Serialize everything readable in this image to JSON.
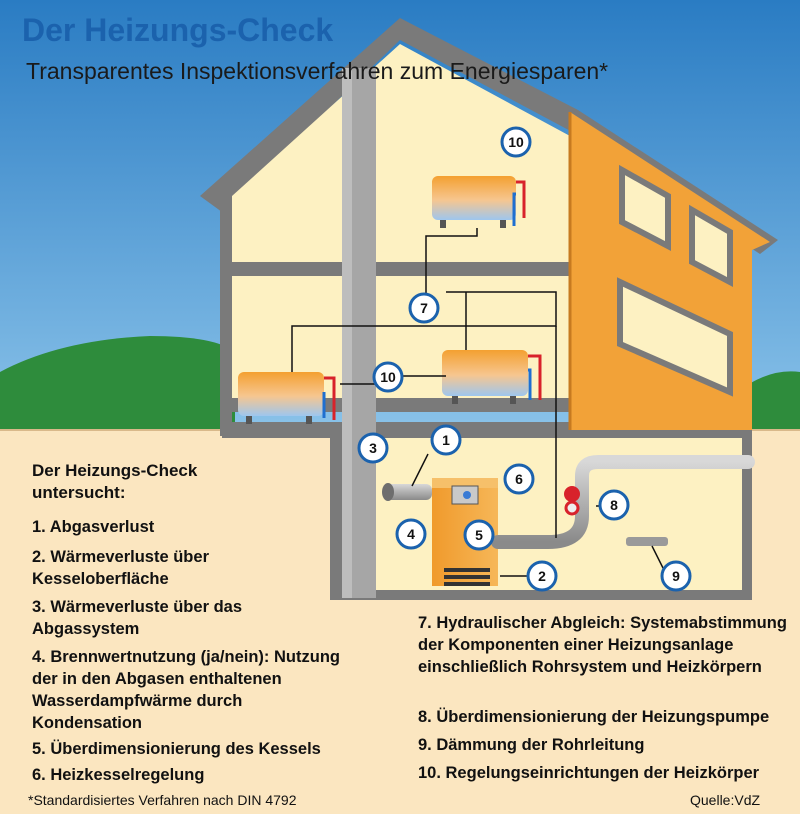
{
  "header": {
    "title": "Der Heizungs-Check",
    "subtitle": "Transparentes Inspektionsverfahren zum Energiesparen*"
  },
  "list": {
    "title": "Der Heizungs-Check untersucht:",
    "items": [
      "1. Abgasverlust",
      "2. Wärmeverluste über Kesseloberfläche",
      "3. Wärmeverluste über das Abgassystem",
      "4. Brennwertnutzung (ja/nein): Nutzung der in den Abgasen enthaltenen Wasserdampfwärme durch Kondensation",
      "5. Überdimensionierung des Kessels",
      "6. Heizkesselregelung",
      "7. Hydraulischer Abgleich: Systemabstimmung der Komponenten einer Heizungsanlage einschließlich Rohrsystem und Heizkörpern",
      "8. Überdimensionierung der Heizungspumpe",
      "9. Dämmung der Rohrleitung",
      "10. Regelungseinrichtungen der Heizkörper"
    ]
  },
  "badges": [
    "1",
    "2",
    "3",
    "4",
    "5",
    "6",
    "7",
    "8",
    "9",
    "10"
  ],
  "footer": {
    "footnote": "*Standardisiertes Verfahren nach DIN 4792",
    "source": "Quelle:VdZ"
  },
  "colors": {
    "sky": "#2f86c8",
    "title_blue": "#1b62ad",
    "wall_orange": "#f2a238",
    "room_cream": "#fdf1c2",
    "house_gray": "#7a7a7a",
    "grass_green": "#2e8c3c",
    "ground_sand": "#fbe6c0"
  }
}
